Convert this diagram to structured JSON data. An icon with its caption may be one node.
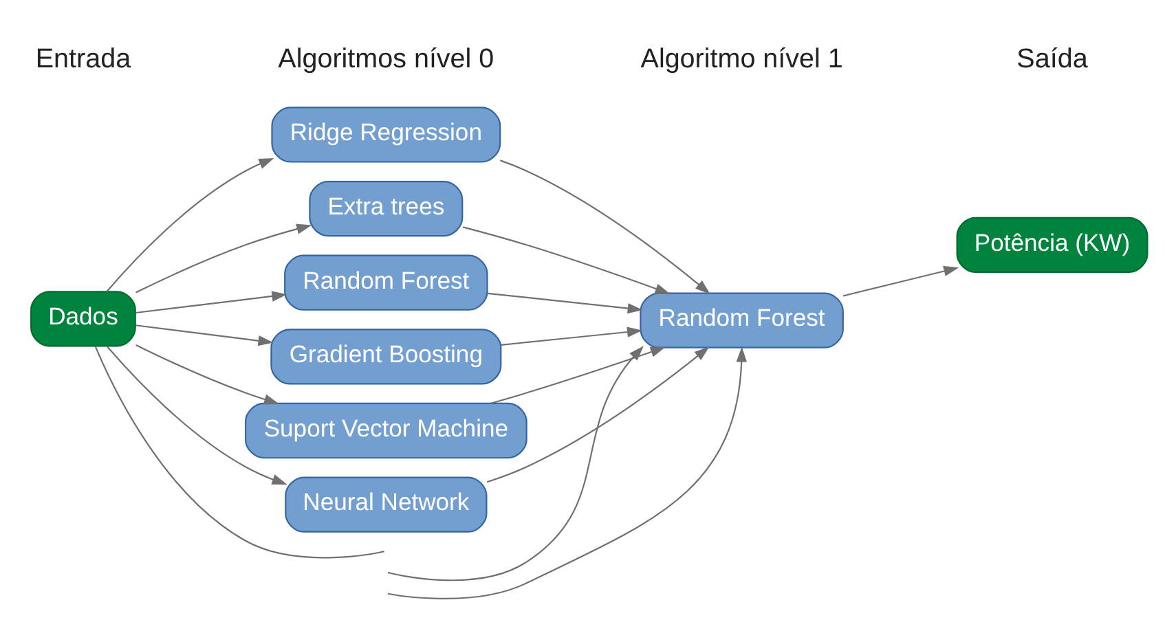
{
  "diagram": {
    "nodes": [
      {
        "text": [
          "Dados"
        ]
      },
      {
        "text": [
          "Ridge Regression"
        ]
      },
      {
        "text": [
          "Extra trees"
        ]
      },
      {
        "text": [
          "Random Forest"
        ]
      },
      {
        "text": [
          "Gradient Boosting"
        ]
      },
      {
        "text": [
          "Suport Vector Machine"
        ]
      },
      {
        "text": [
          "Neural Network"
        ]
      },
      {
        "text": [
          "Random Forest"
        ]
      },
      {
        "text": [
          "Potência (KW)"
        ]
      }
    ],
    "edges": [
      {
        "from": 0,
        "to": 1,
        "arrow": "to"
      },
      {
        "from": 0,
        "to": 2,
        "arrow": "to"
      },
      {
        "from": 0,
        "to": 3,
        "arrow": "to"
      },
      {
        "from": 0,
        "to": 4,
        "arrow": "to"
      },
      {
        "from": 0,
        "to": 5,
        "arrow": "to"
      },
      {
        "from": 0,
        "to": 6,
        "arrow": "to"
      },
      {
        "from": 0,
        "to": null,
        "arrow": "none"
      },
      {
        "from": 1,
        "to": 7,
        "arrow": "to"
      },
      {
        "from": 2,
        "to": 7,
        "arrow": "to"
      },
      {
        "from": 3,
        "to": 7,
        "arrow": "to"
      },
      {
        "from": 4,
        "to": 7,
        "arrow": "to"
      },
      {
        "from": 5,
        "to": 7,
        "arrow": "to"
      },
      {
        "from": 6,
        "to": 7,
        "arrow": "to"
      },
      {
        "from": null,
        "to": 7,
        "arrow": "to"
      },
      {
        "from": null,
        "to": 7,
        "arrow": "to"
      },
      {
        "from": 7,
        "to": 8,
        "arrow": "to"
      }
    ],
    "labels": [
      "Entrada",
      "Algoritmos nível 0",
      "Algoritmo nível 1",
      "Saída"
    ]
  }
}
